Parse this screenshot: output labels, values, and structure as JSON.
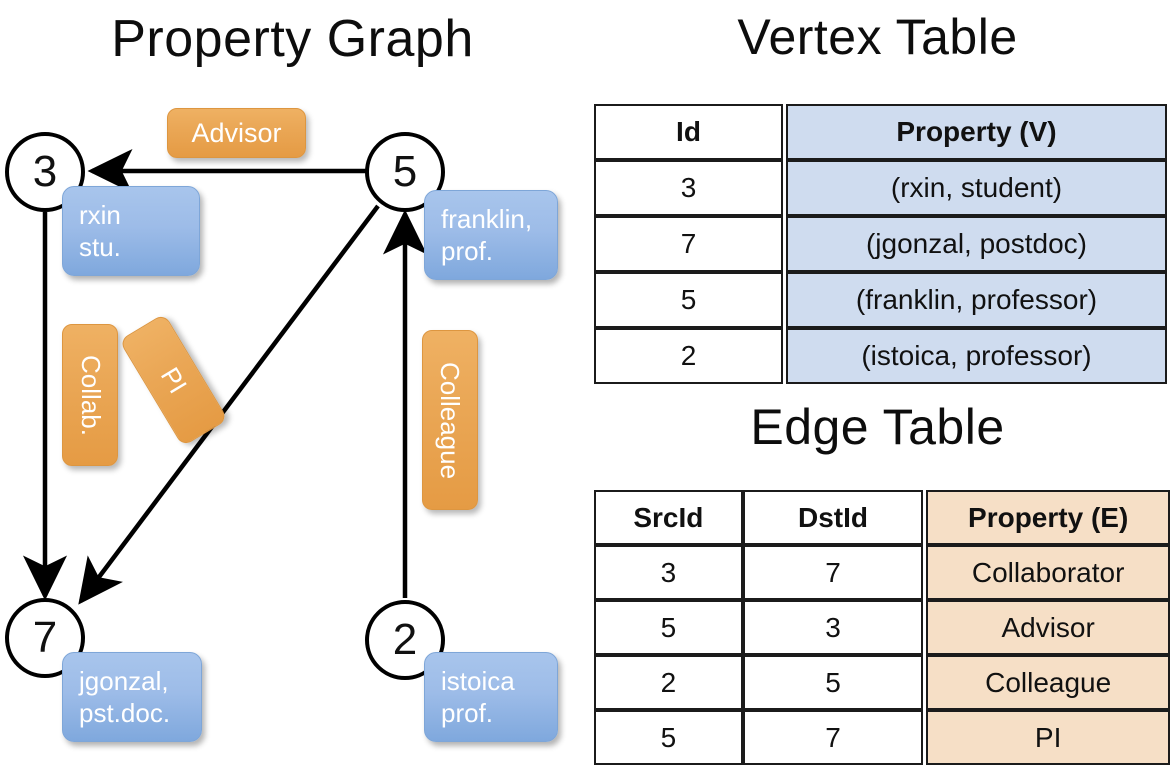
{
  "titles": {
    "property_graph": "Property Graph",
    "vertex_table": "Vertex Table",
    "edge_table": "Edge Table"
  },
  "colors": {
    "vertex_property_fill": "#cfdcef",
    "edge_property_fill": "#f6dfc6",
    "vertex_box": "#9dbce8",
    "edge_box": "#eaa756",
    "stroke": "#000000"
  },
  "graph": {
    "nodes": [
      {
        "id": "3",
        "property_lines": [
          "rxin",
          "stu."
        ]
      },
      {
        "id": "5",
        "property_lines": [
          "franklin,",
          "prof."
        ]
      },
      {
        "id": "7",
        "property_lines": [
          "jgonzal,",
          "pst.doc."
        ]
      },
      {
        "id": "2",
        "property_lines": [
          "istoica",
          "prof."
        ]
      }
    ],
    "edge_labels": [
      {
        "name": "advisor-label",
        "text": "Advisor",
        "orientation": "horizontal"
      },
      {
        "name": "collab-label",
        "text": "Collab.",
        "orientation": "vertical"
      },
      {
        "name": "pi-label",
        "text": "PI",
        "orientation": "vertical-rotated"
      },
      {
        "name": "colleague-label",
        "text": "Colleague",
        "orientation": "vertical"
      }
    ],
    "arrows": [
      {
        "from": "5",
        "to": "3",
        "label": "Advisor"
      },
      {
        "from": "3",
        "to": "7",
        "label": "Collab."
      },
      {
        "from": "5",
        "to": "7",
        "label": "PI"
      },
      {
        "from": "2",
        "to": "5",
        "label": "Colleague"
      }
    ]
  },
  "vertex_table": {
    "headers": [
      "Id",
      "Property (V)"
    ],
    "rows": [
      {
        "id": "3",
        "property": "(rxin, student)"
      },
      {
        "id": "7",
        "property": "(jgonzal, postdoc)"
      },
      {
        "id": "5",
        "property": "(franklin, professor)"
      },
      {
        "id": "2",
        "property": "(istoica, professor)"
      }
    ]
  },
  "edge_table": {
    "headers": [
      "SrcId",
      "DstId",
      "Property (E)"
    ],
    "rows": [
      {
        "src": "3",
        "dst": "7",
        "property": "Collaborator"
      },
      {
        "src": "5",
        "dst": "3",
        "property": "Advisor"
      },
      {
        "src": "2",
        "dst": "5",
        "property": "Colleague"
      },
      {
        "src": "5",
        "dst": "7",
        "property": "PI"
      }
    ]
  }
}
